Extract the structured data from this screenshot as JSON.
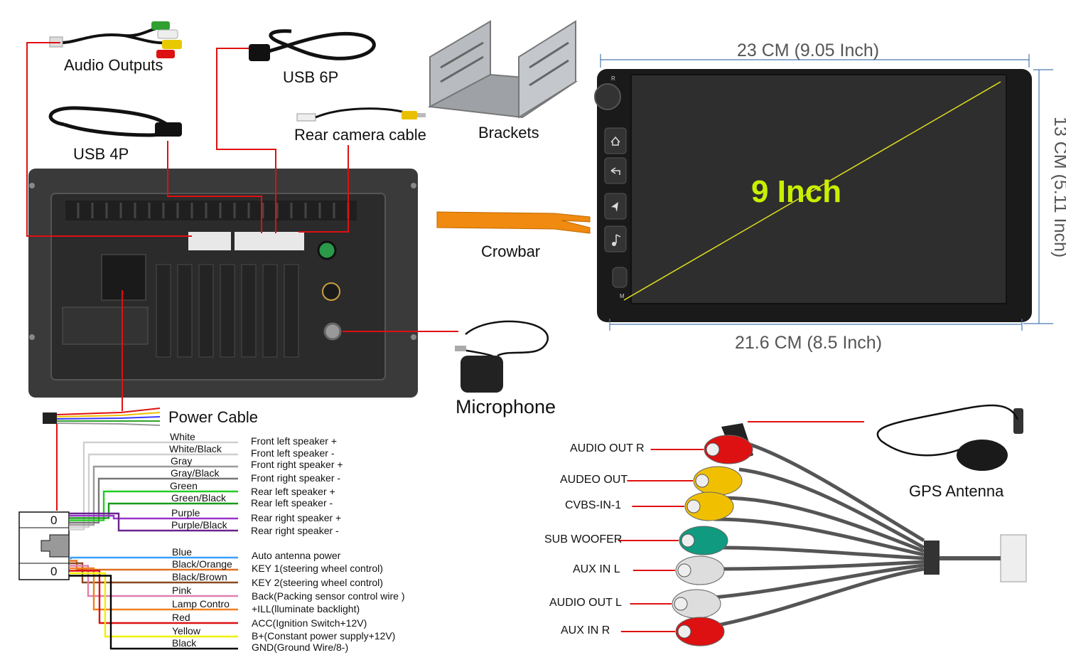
{
  "accessories": {
    "audio_outputs": "Audio Outputs",
    "usb_6p": "USB 6P",
    "usb_4p": "USB 4P",
    "rear_camera": "Rear camera cable",
    "brackets": "Brackets",
    "crowbar": "Crowbar",
    "microphone": "Microphone",
    "power_cable": "Power Cable",
    "gps_antenna": "GPS Antenna"
  },
  "screen": {
    "size_label": "9 Inch",
    "top_width": "23 CM (9.05 Inch)",
    "bottom_width": "21.6 CM (8.5 Inch)",
    "height": "13 CM (5.11 Inch)",
    "btn_r": "R",
    "btn_m": "M"
  },
  "connector": {
    "pin_top": "0",
    "pin_bottom": "0"
  },
  "wires": [
    {
      "color_name": "White",
      "function": "Front left speaker +",
      "hex": "#e8e8e8"
    },
    {
      "color_name": "White/Black",
      "function": "Front left speaker -",
      "hex": "#d0d0d0"
    },
    {
      "color_name": "Gray",
      "function": "Front right speaker +",
      "hex": "#9a9a9a"
    },
    {
      "color_name": "Gray/Black",
      "function": "Front right speaker -",
      "hex": "#777777"
    },
    {
      "color_name": "Green",
      "function": "Rear left speaker +",
      "hex": "#22cc22"
    },
    {
      "color_name": "Green/Black",
      "function": "Rear left speaker -",
      "hex": "#1a9a1a"
    },
    {
      "color_name": "Purple",
      "function": "Rear right speaker +",
      "hex": "#9933cc"
    },
    {
      "color_name": "Purple/Black",
      "function": "Rear right speaker -",
      "hex": "#6a2290"
    },
    {
      "color_name": "Blue",
      "function": "Auto antenna power",
      "hex": "#3aa0ff"
    },
    {
      "color_name": "Black/Orange",
      "function": "KEY 1(steering wheel control)",
      "hex": "#e07020"
    },
    {
      "color_name": "Black/Brown",
      "function": "KEY 2(steering wheel control)",
      "hex": "#8a4a20"
    },
    {
      "color_name": "Pink",
      "function": "Back(Packing sensor control wire )",
      "hex": "#e080b0"
    },
    {
      "color_name": "Lamp Contro",
      "function": "+ILL(lluminate backlight)",
      "hex": "#f08020"
    },
    {
      "color_name": "Red",
      "function": "ACC(Ignition Switch+12V)",
      "hex": "#dd1111"
    },
    {
      "color_name": "Yellow",
      "function": "B+(Constant power supply+12V)",
      "hex": "#f0f000"
    },
    {
      "color_name": "Black",
      "function": "GND(Ground Wire/8-)",
      "hex": "#000000"
    }
  ],
  "rca_plugs": [
    {
      "label": "AUDIO OUT R",
      "hex": "#dd1111"
    },
    {
      "label": "AUDEO OUT",
      "hex": "#f0c000"
    },
    {
      "label": "CVBS-IN-1",
      "hex": "#f0c000"
    },
    {
      "label": "SUB WOOFER",
      "hex": "#109a80"
    },
    {
      "label": "AUX IN L",
      "hex": "#dddddd"
    },
    {
      "label": "AUDIO OUT L",
      "hex": "#dddddd"
    },
    {
      "label": "AUX IN R",
      "hex": "#dd1111"
    }
  ],
  "colors": {
    "callout_line": "#e01010",
    "dimension_line": "#4a7ab0",
    "size_text": "#c8f000",
    "diagonal": "#e0e020"
  }
}
